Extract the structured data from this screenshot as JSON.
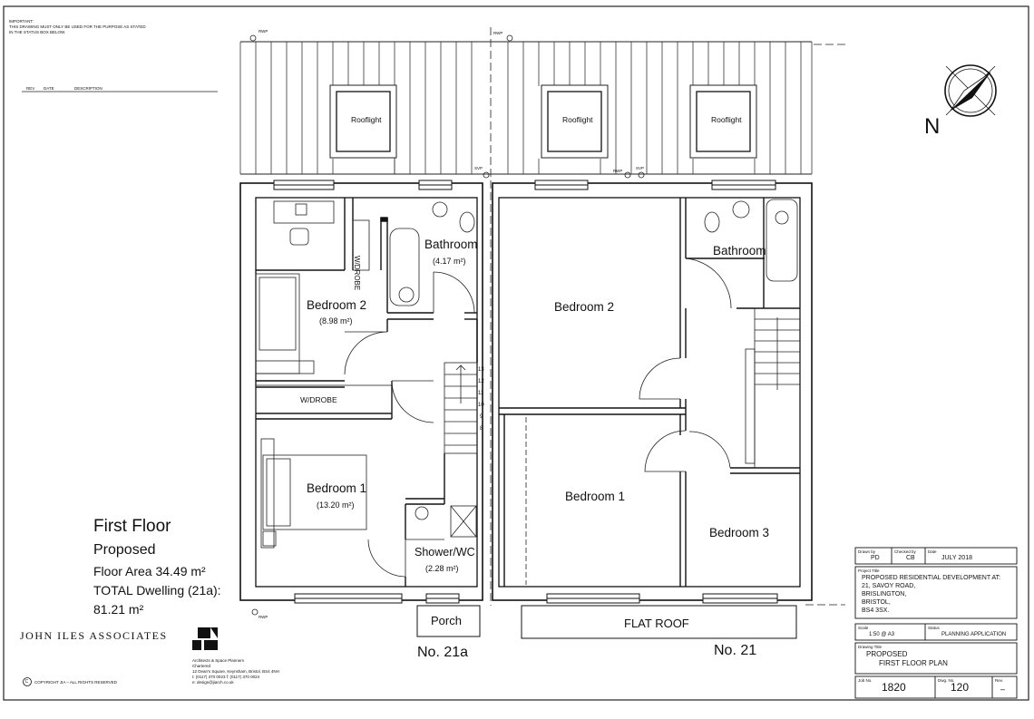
{
  "notes": {
    "important": "IMPORTANT:",
    "line1": "THIS DRAWING MUST ONLY BE USED FOR THE PURPOSE AS STATED",
    "line2": "IN THE STATUS BOX BELOW."
  },
  "revision_header": {
    "rev": "REV",
    "date": "DATE",
    "description": "DESCRIPTION"
  },
  "plan": {
    "rwp": "RWP",
    "svp": "SVP",
    "rooflight": "Rooflight",
    "north": "N",
    "no21a": {
      "bathroom": "Bathroom",
      "bathroom_area": "(4.17 m²)",
      "bedroom2": "Bedroom 2",
      "bedroom2_area": "(8.98 m²)",
      "wdrobe_vertical": "W/DROBE",
      "wdrobe": "W/DROBE",
      "bedroom1": "Bedroom 1",
      "bedroom1_area": "(13.20 m²)",
      "shower": "Shower/WC",
      "shower_area": "(2.28 m²)",
      "porch": "Porch",
      "label": "No. 21a",
      "stairs": [
        "13",
        "12",
        "11",
        "10",
        "9",
        "8"
      ]
    },
    "no21": {
      "bedroom2": "Bedroom 2",
      "bathroom": "Bathroom",
      "bedroom1": "Bedroom 1",
      "bedroom3": "Bedroom 3",
      "flat_roof": "FLAT ROOF",
      "label": "No. 21"
    }
  },
  "summary": {
    "title": "First Floor",
    "subtitle": "Proposed",
    "floor_area": "Floor Area 34.49 m²",
    "total_label": "TOTAL Dwelling (21a):",
    "total_value": "81.21 m²"
  },
  "company": {
    "name": "JOHN ILES ASSOCIATES",
    "logo_line1": "Architects & Space Planners",
    "logo_line2": "Chartered",
    "logo_line3": "12 Dean's Square, Keynsham, Bristol, BS4 4NH",
    "logo_line4": "t: (0117) 370 0023 f: (0117) 370 0024",
    "logo_line5": "e: design@jiarch.co.uk",
    "copyright": "COPYRIGHT JIA – ALL RIGHTS RESERVED",
    "copyright_symbol": "C"
  },
  "title_block": {
    "drawn_by_label": "Drawn by",
    "drawn_by": "PD",
    "checked_by_label": "Checked by",
    "checked_by": "CB",
    "date_label": "Date",
    "date": "JULY 2018",
    "project_title_label": "Project Title",
    "project_lines": [
      "PROPOSED RESIDENTIAL DEVELOPMENT AT:",
      "21, SAVOY ROAD,",
      "BRISLINGTON,",
      "BRISTOL,",
      "BS4 3SX."
    ],
    "scale_label": "Scale",
    "scale": "1:50 @ A3",
    "status_label": "Status",
    "status": "PLANNING APPLICATION",
    "drawing_title_label": "Drawing Title",
    "drawing_title_1": "PROPOSED",
    "drawing_title_2": "FIRST FLOOR PLAN",
    "job_no_label": "Job No.",
    "job_no": "1820",
    "dwg_no_label": "Dwg. No.",
    "dwg_no": "120",
    "rev_label": "Rev.",
    "rev": "–"
  }
}
